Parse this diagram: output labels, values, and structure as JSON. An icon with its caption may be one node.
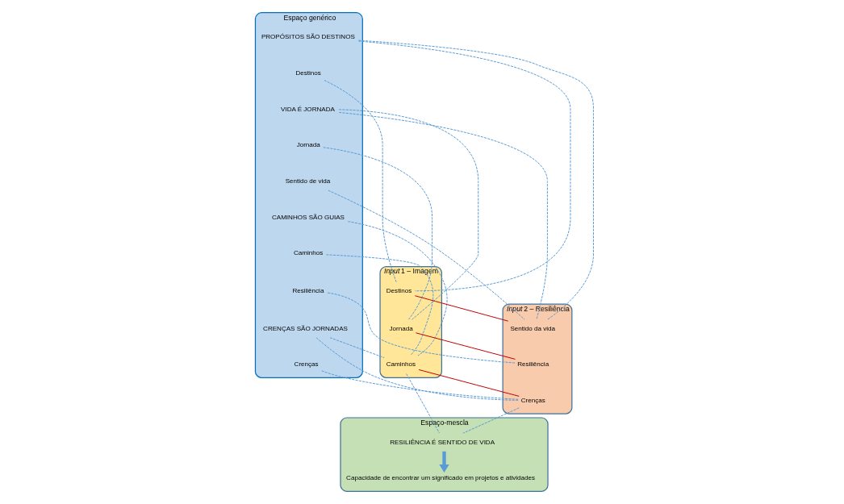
{
  "diagram": {
    "nodes": [
      {
        "text": [
          "Espaço genérico"
        ]
      },
      {
        "text": [
          "PROPÓSITOS SÃO DESTINOS"
        ],
        "in": 0
      },
      {
        "text": [
          "Destinos"
        ],
        "in": 0
      },
      {
        "text": [
          "VIDA É JORNADA"
        ],
        "in": 0
      },
      {
        "text": [
          "Jornada"
        ],
        "in": 0
      },
      {
        "text": [
          "Sentido de vida"
        ],
        "in": 0
      },
      {
        "text": [
          "CAMINHOS SÃO GUIAS"
        ],
        "in": 0
      },
      {
        "text": [
          "Caminhos"
        ],
        "in": 0
      },
      {
        "text": [
          "Resiliência"
        ],
        "in": 0
      },
      {
        "text": [
          "CRENÇAS SÃO JORNADAS"
        ],
        "in": 0
      },
      {
        "text": [
          "Crenças"
        ],
        "in": 0
      },
      {
        "text": [
          "*Input* 1 – Imagem"
        ]
      },
      {
        "text": [
          "Destinos"
        ],
        "in": 11
      },
      {
        "text": [
          "Jornada"
        ],
        "in": 11
      },
      {
        "text": [
          "Caminhos"
        ],
        "in": 11
      },
      {
        "text": [
          "*Input* 2 – Resiliência"
        ]
      },
      {
        "text": [
          "Sentido da vida"
        ],
        "in": 15
      },
      {
        "text": [
          "Resiliência"
        ],
        "in": 15
      },
      {
        "text": [
          "Crenças"
        ],
        "in": 15
      },
      {
        "text": [
          "Espaço-mescla"
        ]
      },
      {
        "text": [
          "RESILIÊNCIA É SENTIDO DE VIDA"
        ],
        "in": 19
      },
      {
        "text": [
          "Capacidade de encontrar um significado em projetos e atividades"
        ],
        "in": 19
      }
    ],
    "edges": [
      {
        "from": 12,
        "to": 16,
        "arrow": "none",
        "color": "#c00000"
      },
      {
        "from": 13,
        "to": 17,
        "arrow": "none",
        "color": "#c00000"
      },
      {
        "from": 14,
        "to": 18,
        "arrow": "none",
        "color": "#c00000"
      },
      {
        "from": 1,
        "to": 12,
        "arrow": "none",
        "style": "dashed"
      },
      {
        "from": 2,
        "to": 12,
        "arrow": "none",
        "style": "dashed"
      },
      {
        "from": 3,
        "to": 13,
        "arrow": "none",
        "style": "dashed"
      },
      {
        "from": 4,
        "to": 13,
        "arrow": "none",
        "style": "dashed"
      },
      {
        "from": 6,
        "to": 14,
        "arrow": "none",
        "style": "dashed"
      },
      {
        "from": 7,
        "to": 14,
        "arrow": "none",
        "style": "dashed"
      },
      {
        "from": 9,
        "to": 14,
        "arrow": "none",
        "style": "dashed"
      },
      {
        "from": 1,
        "to": 16,
        "arrow": "none",
        "style": "dashed"
      },
      {
        "from": 3,
        "to": 16,
        "arrow": "none",
        "style": "dashed"
      },
      {
        "from": 5,
        "to": 16,
        "arrow": "none",
        "style": "dashed"
      },
      {
        "from": 8,
        "to": 17,
        "arrow": "none",
        "style": "dashed"
      },
      {
        "from": 9,
        "to": 18,
        "arrow": "none",
        "style": "dashed"
      },
      {
        "from": 10,
        "to": 18,
        "arrow": "none",
        "style": "dashed"
      },
      {
        "from": 14,
        "to": 20,
        "arrow": "none",
        "style": "dashed"
      },
      {
        "from": 18,
        "to": 20,
        "arrow": "none",
        "style": "dashed"
      },
      {
        "from": 20,
        "to": 21,
        "arrow": "to",
        "style": "thick"
      }
    ]
  }
}
